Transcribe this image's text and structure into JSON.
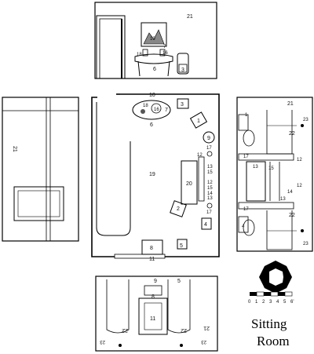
{
  "title": {
    "line1": "Sitting",
    "line2": "Room"
  },
  "scale": {
    "ticks": [
      "0",
      "1",
      "2",
      "3",
      "4",
      "5",
      "6'"
    ]
  },
  "labels": {
    "n1": "1",
    "n2": "2",
    "n3": "3",
    "n4": "4",
    "n5": "5",
    "n6": "6",
    "n7": "7",
    "n8": "8",
    "n9": "9",
    "n10": "10",
    "n11": "11",
    "n12": "12",
    "n13": "13",
    "n14": "14",
    "n15": "15",
    "n16": "16",
    "n17": "17",
    "n18": "18",
    "n19": "19",
    "n20": "20",
    "n21": "21",
    "n22": "22",
    "n23": "23"
  }
}
